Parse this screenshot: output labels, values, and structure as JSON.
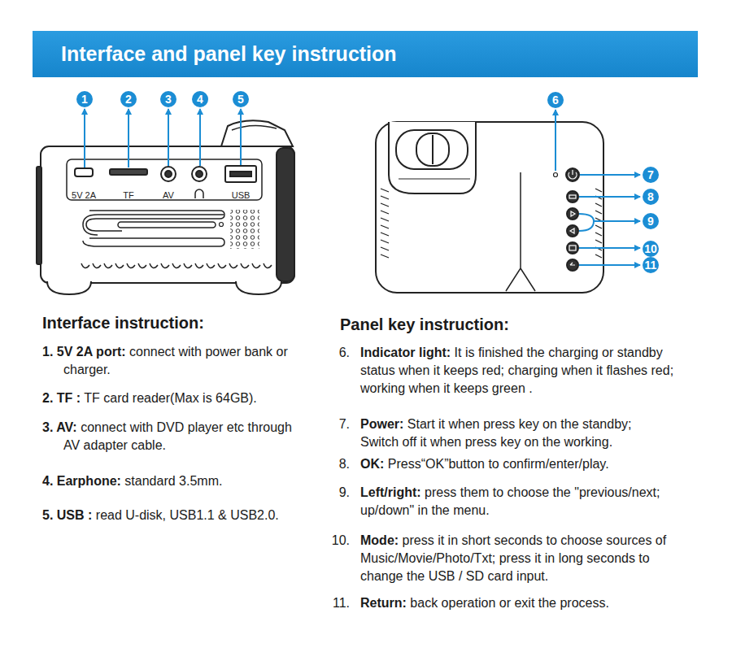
{
  "diagram": {
    "title": "Interface and panel key instruction",
    "labels": [
      "1",
      "2",
      "3",
      "4",
      "5",
      "6",
      "7",
      "8",
      "9",
      "10",
      "11",
      "5V 2A",
      "TF",
      "AV",
      "USB",
      "Interface instruction:",
      "1. 5V 2A port:",
      "connect with power bank or charger.",
      "2. TF :",
      "TF card reader(Max is 64GB).",
      "3. AV:",
      "connect with DVD player etc through AV adapter cable.",
      "4. Earphone:",
      "standard 3.5mm.",
      "5. USB :",
      "read U-disk, USB1.1 & USB2.0.",
      "Panel key instruction:",
      "6.",
      "Indicator light:",
      "It is finished the charging or standby status when it keeps red; charging when it flashes red; working when it keeps green .",
      "7.",
      "Power:",
      "Start it when press key on the standby; Switch off it when press key on the working.",
      "8.",
      "OK:",
      "Press“OK”button to confirm/enter/play.",
      "9.",
      "Left/right:",
      "press them to choose the \"previous/next; up/down\" in the menu.",
      "10.",
      "Mode:",
      "press it in short seconds to choose sources of Music/Movie/Photo/Txt; press it in long seconds to change the USB / SD card input.",
      "11.",
      "Return:",
      "back operation or exit the process."
    ]
  }
}
